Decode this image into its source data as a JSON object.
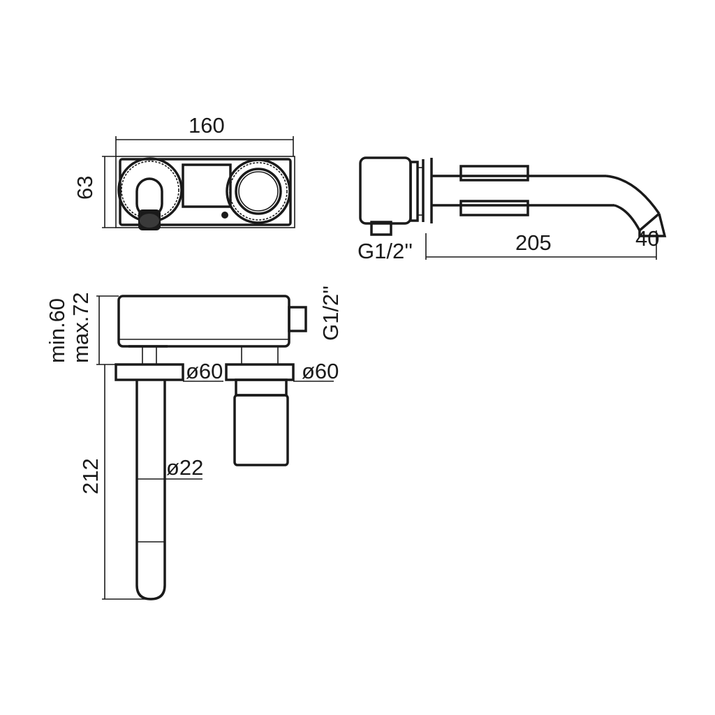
{
  "dimensions": {
    "front_width": "160",
    "front_height": "63",
    "side_length": "205",
    "side_outlet": "40",
    "side_thread": "G1/2''",
    "top_min": "min.60",
    "top_max": "max.72",
    "top_thread": "G1/2''",
    "top_dia_left": "ø60",
    "top_dia_right": "ø60",
    "spout_length": "212",
    "spout_dia": "ø22"
  }
}
